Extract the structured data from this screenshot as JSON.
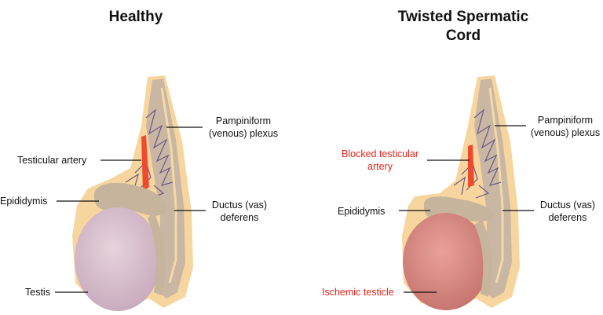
{
  "panels": {
    "healthy": {
      "title": "Healthy",
      "labels": {
        "pampiniform": [
          "Pampiniform",
          "(venous) plexus"
        ],
        "testicular_artery": "Testicular artery",
        "epididymis": "Epididymis",
        "ductus": [
          "Ductus (vas)",
          "deferens"
        ],
        "testis": "Testis"
      }
    },
    "twisted": {
      "title_lines": [
        "Twisted Spermatic",
        "Cord"
      ],
      "labels": {
        "pampiniform": [
          "Pampiniform",
          "(venous) plexus"
        ],
        "blocked_artery": [
          "Blocked testicular",
          "artery"
        ],
        "epididymis": "Epididymis",
        "ductus": [
          "Ductus (vas)",
          "deferens"
        ],
        "ischemic": "Ischemic testicle"
      }
    }
  },
  "colors": {
    "outer_sheath": "#f6d59e",
    "cord": "#c9b6a3",
    "epididymis": "#c7b49c",
    "healthy_testis": "#d8c0cd",
    "ischemic_testis": "#d98a80",
    "artery": "#ef4a2d",
    "veins": "#6b5a86",
    "red_label": "#e2231a"
  }
}
